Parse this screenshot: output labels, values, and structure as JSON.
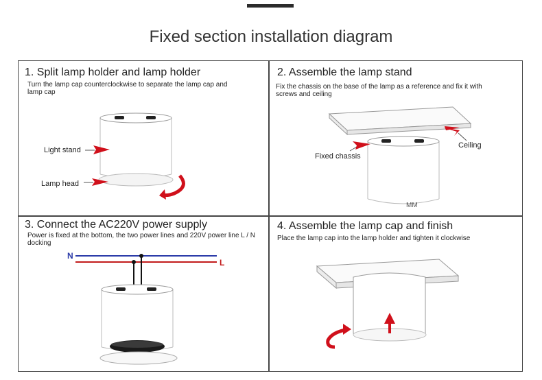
{
  "title": "Fixed section installation diagram",
  "colors": {
    "arrow": "#d0101b",
    "neutral_wire": "#2a3aa8",
    "live_wire": "#c21a1a",
    "border": "#444444"
  },
  "panels": [
    {
      "title": "1. Split lamp holder and lamp holder",
      "description": "Turn the lamp cap counterclockwise to separate the lamp cap and lamp cap",
      "labels": {
        "light_stand": "Light stand",
        "lamp_head": "Lamp head"
      }
    },
    {
      "title": "2. Assemble the lamp stand",
      "description": "Fix the chassis on the base of the lamp as a reference and fix it with screws and ceiling",
      "labels": {
        "ceiling": "Ceiling",
        "fixed_chassis": "Fixed chassis",
        "mm": "MM"
      }
    },
    {
      "title": "3. Connect the AC220V power supply",
      "description": "Power is fixed at the bottom, the two power lines and 220V power line L / N docking",
      "labels": {
        "n": "N",
        "l": "L"
      }
    },
    {
      "title": "4. Assemble the lamp cap and finish",
      "description": "Place the lamp cap into the lamp holder and tighten it clockwise",
      "labels": {}
    }
  ]
}
